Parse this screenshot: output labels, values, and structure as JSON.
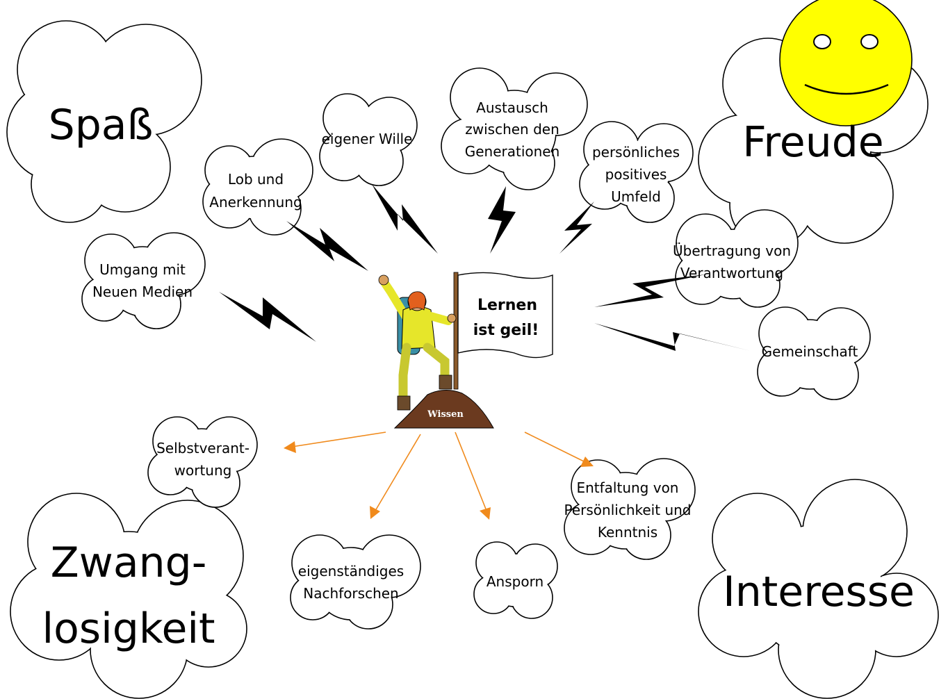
{
  "big_clouds": {
    "spass": "Spaß",
    "freude": "Freude",
    "zwang_line1": "Zwang-",
    "zwang_line2": "losigkeit",
    "interesse": "Interesse"
  },
  "small_clouds": {
    "lob": [
      "Lob und",
      "Anerkennung"
    ],
    "wille": [
      "eigener Wille"
    ],
    "austausch": [
      "Austausch",
      "zwischen den",
      "Generationen"
    ],
    "umfeld": [
      "persönliches",
      "positives",
      "Umfeld"
    ],
    "medien": [
      "Umgang mit",
      "Neuen Medien"
    ],
    "verantwortung": [
      "Übertragung von",
      "Verantwortung"
    ],
    "gemeinschaft": [
      "Gemeinschaft"
    ],
    "selbst": [
      "Selbstverant-",
      "wortung"
    ],
    "nachforschen": [
      "eigenständiges",
      "Nachforschen"
    ],
    "ansporn": [
      "Ansporn"
    ],
    "entfaltung": [
      "Entfaltung von",
      "Persönlichkeit und",
      "Kenntnis"
    ]
  },
  "center": {
    "flag_line1": "Lernen",
    "flag_line2": "ist geil!",
    "hill_label": "Wissen"
  },
  "colors": {
    "sun": "#ffff00",
    "arrows": "#f08a1c",
    "hill": "#6b3a1f",
    "jacket": "#e6e62a",
    "backpack": "#3a8fa6"
  }
}
